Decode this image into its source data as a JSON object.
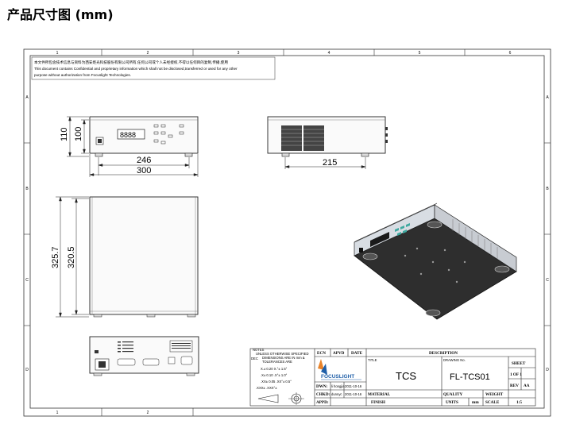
{
  "page_title": "产品尺寸图 (mm)",
  "notice": {
    "line1": "本文件所包含技术信息与资料为西安炬光科技股份有限公司所有,任何公司或个人未经授权,不得以任何目的复制,传播,使用",
    "line2": "This document contains Confidential and proprietary information which shall not be disclosed,transferred or used for any other",
    "line3": "purpose without authorization from Focuslight Technologies."
  },
  "frame": {
    "top_zones": [
      "1",
      "2",
      "3",
      "4",
      "5",
      "6"
    ],
    "bottom_zones": [
      "1",
      "2"
    ],
    "side_zones": [
      "A",
      "B",
      "C",
      "D"
    ]
  },
  "front_view": {
    "display": "8888",
    "dim_height_outer": "110",
    "dim_height_inner": "100",
    "dim_width_inner": "246",
    "dim_width_outer": "300"
  },
  "side_view": {
    "dim_width": "215"
  },
  "top_view": {
    "dim_depth_outer": "325.7",
    "dim_depth_inner": "320.5"
  },
  "notes": {
    "header": "NOTES",
    "line1": "UNLESS OTHERWISE SPECIFIED",
    "line2": "DIMENSIONS ARE IN mm &",
    "line3": "TOLERANCES ARE",
    "dec_label": "DEC",
    "tol1": "X.±  0.20    X.°±  1.5°",
    "tol2": ".X±  0.10    .X°±  1.0°",
    "tol3": ".XX±  0.05  .XX°±  0.5°",
    "tol4": ".XXX±        .XXX°±"
  },
  "title_block": {
    "ecn": "ECN",
    "apvd": "APVD",
    "date": "DATE",
    "description": "DESCRIPTION",
    "title_label": "TITLE",
    "title_value": "TCS",
    "drawing_no_label": "DRAWING No.",
    "drawing_no_value": "FL-TCS01",
    "sheet_label": "SHEET",
    "sheet_value": "1 OF 1",
    "rev_label": "REV",
    "rev_value": "AA",
    "logo_text": "FOCUSLIGHT",
    "dwn_label": "DWN:",
    "dwn_name": "li hongjia",
    "dwn_date": "2011-10-16",
    "chkd_label": "CHKD:",
    "chkd_name": "dunnyc",
    "chkd_date": "2011-10-16",
    "appd_label": "APPD:",
    "material_label": "MATERIAL",
    "finish_label": "FINISH",
    "quality_label": "QUALITY",
    "units_label": "UNITS",
    "units_value": "mm",
    "weight_label": "WEIGHT",
    "scale_label": "SCALE",
    "scale_value": "1:5",
    "brand_color": "#1f5fa8",
    "accent_color": "#e8832a"
  }
}
